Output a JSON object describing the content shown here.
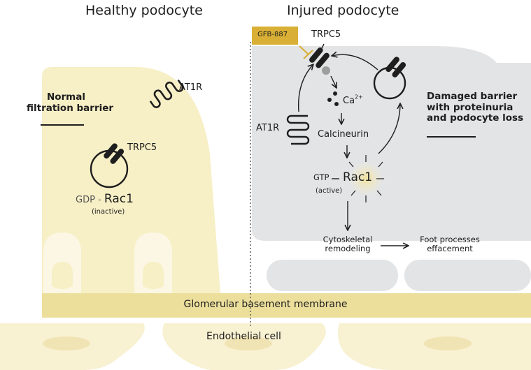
{
  "panels": {
    "healthy": {
      "title": "Healthy podocyte"
    },
    "injured": {
      "title": "Injured podocyte"
    }
  },
  "healthy": {
    "barrier_label_line1": "Normal",
    "barrier_label_line2": "filtration barrier",
    "at1r": "AT1R",
    "trpc5": "TRPC5",
    "gdp": "GDP",
    "rac1": "Rac1",
    "rac1_state": "(inactive)"
  },
  "injured": {
    "inhibitor": "GFB-887",
    "trpc5": "TRPC5",
    "at1r": "AT1R",
    "calcium": "Ca",
    "calcium_charge": "2+",
    "calcineurin": "Calcineurin",
    "gtp": "GTP",
    "rac1": "Rac1",
    "rac1_state": "(active)",
    "cytoskeletal_line1": "Cytoskeletal",
    "cytoskeletal_line2": "remodeling",
    "foot_line1": "Foot processes",
    "foot_line2": "effacement",
    "damaged_line1": "Damaged barrier",
    "damaged_line2": "with proteinuria",
    "damaged_line3": "and podocyte loss"
  },
  "gbm_label": "Glomerular basement membrane",
  "endothelial_label": "Endothelial cell",
  "colors": {
    "healthy_cell": "#f7efc6",
    "injured_cell": "#e3e4e5",
    "gbm": "#ecdf9c",
    "endothelial": "#f8f1d2",
    "inhibitor_badge": "#d9b035",
    "rac1_glow": "#f1e4a4",
    "line": "#1e1e1e"
  }
}
